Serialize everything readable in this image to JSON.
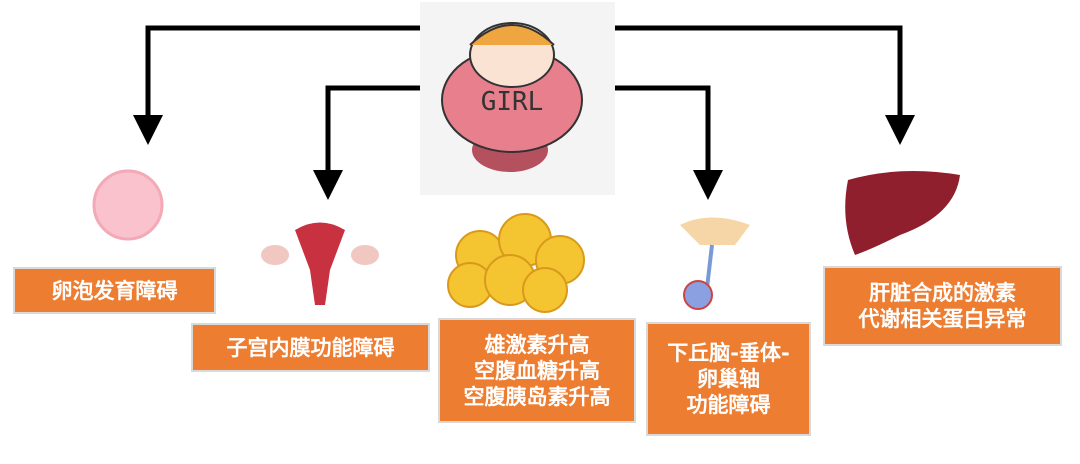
{
  "center": {
    "shirt_text": "GIRL"
  },
  "labels": {
    "follicle": "卵泡发育障碍",
    "endometrium": "子宫内膜功能障碍",
    "metabolic": [
      "雄激素升高",
      "空腹血糖升高",
      "空腹胰岛素升高"
    ],
    "hpo": [
      "下丘脑-垂体-",
      "卵巢轴",
      "功能障碍"
    ],
    "liver": [
      "肝脏合成的激素",
      "代谢相关蛋白异常"
    ]
  },
  "colors": {
    "label_bg": "#ED7D31",
    "arrow": "#000000"
  }
}
